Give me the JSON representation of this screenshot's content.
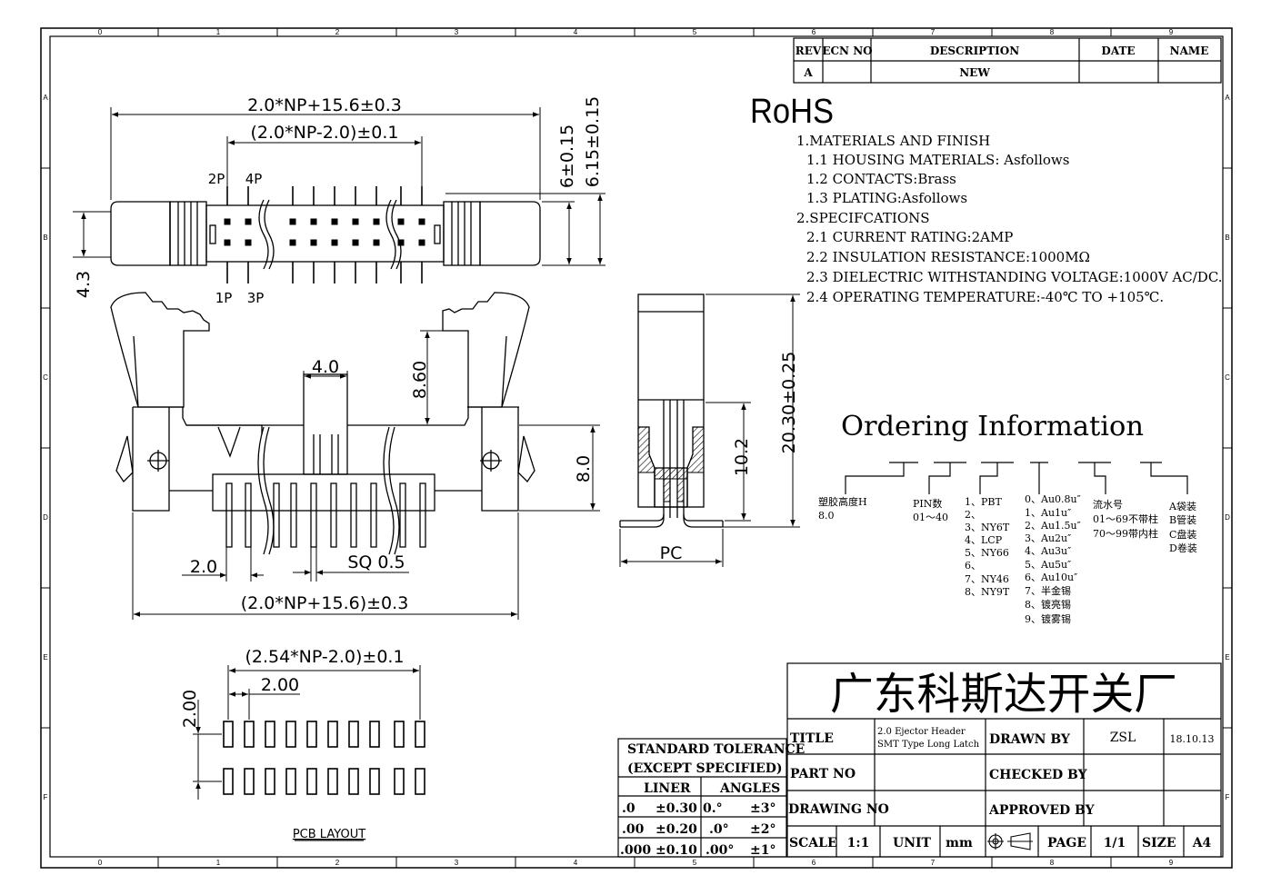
{
  "frame": {
    "cols": [
      "0",
      "1",
      "2",
      "3",
      "4",
      "5",
      "6",
      "7",
      "8",
      "9"
    ],
    "rows": [
      "A",
      "B",
      "C",
      "D",
      "E",
      "F"
    ]
  },
  "revision": {
    "headers": [
      "REV",
      "ECN NO",
      "DESCRIPTION",
      "DATE",
      "NAME"
    ],
    "row": [
      "A",
      "",
      "NEW",
      "",
      ""
    ]
  },
  "rohs": "RoHS",
  "specs": [
    "1.MATERIALS AND FINISH",
    "1.1 HOUSING MATERIALS: Asfollows",
    "1.2 CONTACTS:Brass",
    "1.3 PLATING:Asfollows",
    "2.SPECIFCATIONS",
    "2.1 CURRENT RATING:2AMP",
    "2.2 INSULATION RESISTANCE:1000MΩ",
    "2.3 DIELECTRIC WITHSTANDING VOLTAGE:1000V AC/DC.",
    "2.4 OPERATING TEMPERATURE:-40℃ TO +105℃."
  ],
  "top_view": {
    "dim_total": "2.0*NP+15.6±0.3",
    "dim_pitch": "(2.0*NP-2.0)±0.1",
    "pin_2p": "2P",
    "pin_4p": "4P",
    "pin_1p": "1P",
    "pin_3p": "3P",
    "dim_height": "4.3",
    "dim_6": "6±0.15",
    "dim_615": "6.15±0.15"
  },
  "front_view": {
    "dim_40": "4.0",
    "dim_860": "8.60",
    "dim_80": "8.0",
    "dim_20": "2.0",
    "dim_sq": "SQ 0.5",
    "dim_bottom": "(2.0*NP+15.6)±0.3"
  },
  "side_view": {
    "dim_total": "20.30±0.25",
    "dim_102": "10.2",
    "dim_pc": "PC"
  },
  "pcb": {
    "dim_span": "(2.54*NP-2.0)±0.1",
    "dim_pitch": "2.00",
    "dim_row": "2.00",
    "label": "PCB LAYOUT"
  },
  "ordering": {
    "title": "Ordering Information",
    "groups": [
      {
        "lines": [
          "塑胶高度H",
          "8.0"
        ]
      },
      {
        "lines": [
          "PIN数",
          "01～40"
        ]
      },
      {
        "lines": [
          "1、PBT",
          "2、",
          "3、NY6T",
          "4、LCP",
          "5、NY66",
          "6、",
          "7、NY46",
          "8、NY9T"
        ]
      },
      {
        "lines": [
          "0、Au0.8u″",
          "1、Au1u″",
          "2、Au1.5u″",
          "3、Au2u″",
          "4、Au3u″",
          "5、Au5u″",
          "6、Au10u″",
          "7、半金锡",
          "8、镀亮锡",
          "9、镀雾锡"
        ]
      },
      {
        "lines": [
          "流水号",
          "01～69不带柱",
          "70～99带内柱"
        ]
      },
      {
        "lines": [
          "A袋装",
          "B管装",
          "C盘装",
          "D卷装"
        ]
      }
    ]
  },
  "tolerance": {
    "title1": "STANDARD TOLERANCE",
    "title2": "(EXCEPT  SPECIFIED)",
    "col_liner": "LINER",
    "col_angles": "ANGLES",
    "rows": [
      {
        "p": ".0",
        "lv": "±0.30",
        "a": "0.°",
        "av": "±3°"
      },
      {
        "p": ".00",
        "lv": "±0.20",
        "a": ".0°",
        "av": "±2°"
      },
      {
        "p": ".000",
        "lv": "±0.10",
        "a": ".00°",
        "av": "±1°"
      }
    ]
  },
  "title_block": {
    "company": "广东科斯达开关厂",
    "title_label": "TITLE",
    "title_value_1": "2.0 Ejector Header",
    "title_value_2": "SMT Type Long Latch",
    "part_no_label": "PART NO",
    "drawing_no_label": "DRAWING NO",
    "drawn_by_label": "DRAWN BY",
    "drawn_by_value": "ZSL",
    "date_value": "18.10.13",
    "checked_by_label": "CHECKED BY",
    "approved_by_label": "APPROVED BY",
    "scale_label": "SCALE",
    "scale_value": "1:1",
    "unit_label": "UNIT",
    "unit_value": "mm",
    "page_label": "PAGE",
    "page_value": "1/1",
    "size_label": "SIZE",
    "size_value": "A4"
  }
}
